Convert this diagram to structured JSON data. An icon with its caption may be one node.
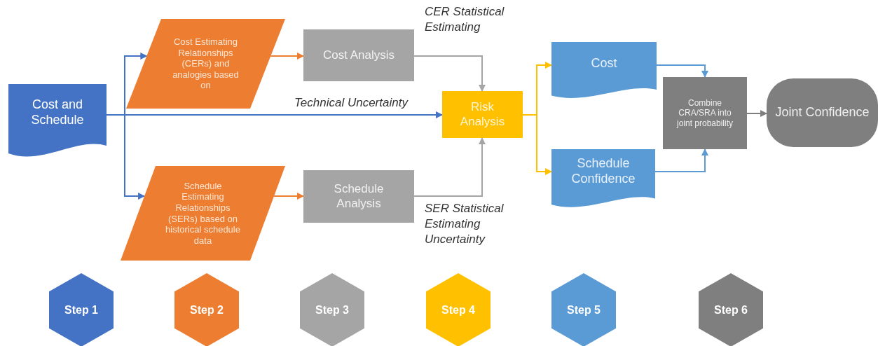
{
  "diagram": {
    "nodes": [
      {
        "text": [
          "Cost and Schedule"
        ]
      },
      {
        "text": [
          "Cost Estimating Relationships (CERs) and analogies based on"
        ]
      },
      {
        "text": [
          "Schedule Estimating Relationships (SERs) based on historical schedule data"
        ]
      },
      {
        "text": [
          "Cost Analysis"
        ]
      },
      {
        "text": [
          "Schedule Analysis"
        ]
      },
      {
        "text": [
          "Risk Analysis"
        ]
      },
      {
        "text": [
          "Cost"
        ]
      },
      {
        "text": [
          "Schedule Confidence"
        ]
      },
      {
        "text": [
          "Combine CRA/SRA into joint probability"
        ]
      },
      {
        "text": [
          "Joint Confidence"
        ]
      },
      {
        "text": [
          "Step 1"
        ]
      },
      {
        "text": [
          "Step 2"
        ]
      },
      {
        "text": [
          "Step 3"
        ]
      },
      {
        "text": [
          "Step 4"
        ]
      },
      {
        "text": [
          "Step 5"
        ]
      },
      {
        "text": [
          "Step 6"
        ]
      }
    ],
    "edges": [
      {
        "from": 0,
        "to": 1,
        "arrow": "to",
        "color": "#4472c4"
      },
      {
        "from": 0,
        "to": 5,
        "arrow": "to",
        "label": "Technical Uncertainty",
        "color": "#4472c4"
      },
      {
        "from": 0,
        "to": 2,
        "arrow": "to",
        "color": "#4472c4"
      },
      {
        "from": 1,
        "to": 3,
        "arrow": "to",
        "color": "#ed7d31"
      },
      {
        "from": 2,
        "to": 4,
        "arrow": "to",
        "color": "#ed7d31"
      },
      {
        "from": 3,
        "to": 5,
        "arrow": "to",
        "color": "#a5a5a5"
      },
      {
        "from": 4,
        "to": 5,
        "arrow": "to",
        "color": "#a5a5a5"
      },
      {
        "from": 5,
        "to": 6,
        "arrow": "to",
        "color": "#ffc000"
      },
      {
        "from": 5,
        "to": 7,
        "arrow": "to",
        "color": "#ffc000"
      },
      {
        "from": 6,
        "to": 8,
        "arrow": "to",
        "color": "#5b9bd5"
      },
      {
        "from": 7,
        "to": 8,
        "arrow": "to",
        "color": "#5b9bd5"
      },
      {
        "from": 8,
        "to": 9,
        "arrow": "to",
        "color": "#7f7f7f"
      }
    ],
    "labels": [
      "CER Statistical Estimating",
      "SER Statistical Estimating Uncertainty"
    ]
  }
}
